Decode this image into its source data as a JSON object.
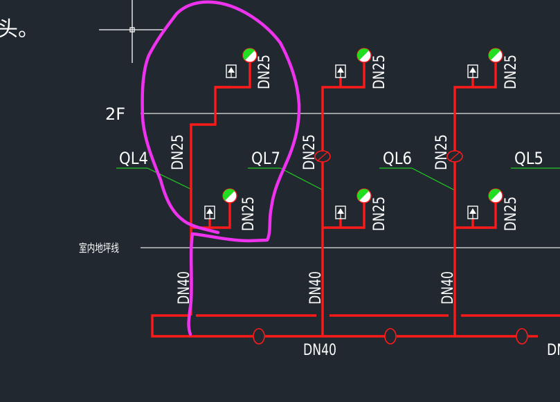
{
  "top_left_fragment": "头。",
  "floor_labels": {
    "second_floor": "2F",
    "ground_line": "室内地坪线"
  },
  "risers": [
    {
      "id": "QL4",
      "branch_size_upper": "DN25",
      "branch_size_lower": "DN25",
      "riser_size": "DN25",
      "base_size": "DN40"
    },
    {
      "id": "QL7",
      "branch_size_upper": "DN25",
      "branch_size_lower": "DN25",
      "riser_size": "DN25",
      "base_size": "DN40"
    },
    {
      "id": "QL6",
      "branch_size_upper": "DN25",
      "branch_size_lower": "DN25",
      "riser_size": "DN25",
      "base_size": "DN40"
    },
    {
      "id": "QL5"
    }
  ],
  "main_pipe": {
    "size": "DN40",
    "size_edge_fragment": "DN"
  },
  "colors": {
    "background": "#212830",
    "pipe": "#ff1a1a",
    "markup": "#ee33ee",
    "leader": "#22cc22",
    "level_line": "#e6e6e6",
    "hydrant_fill": "#22dd22",
    "text": "#ffffff"
  },
  "icons": {
    "cursor": "crosshair-cursor-icon",
    "hydrant": "sprinkler-head-icon",
    "valve": "pipe-valve-icon",
    "marker": "flow-indicator-icon"
  }
}
